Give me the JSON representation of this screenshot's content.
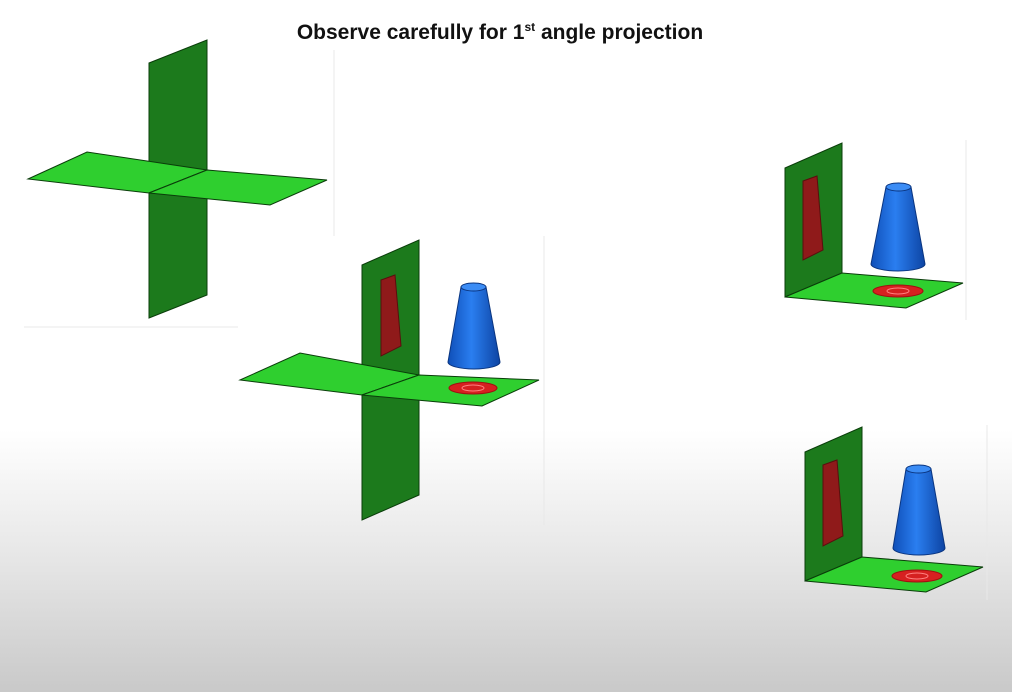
{
  "title": {
    "prefix": "Observe carefully for 1",
    "superscript": "st",
    "suffix": " angle projection"
  },
  "colors": {
    "vertical_plane": "#1c7a1c",
    "horizontal_plane": "#2fcf2f",
    "object_projection": "#8f1a1a",
    "top_view": "#d62020",
    "cone": "#1f6be0",
    "outline": "#0a3d0a"
  }
}
